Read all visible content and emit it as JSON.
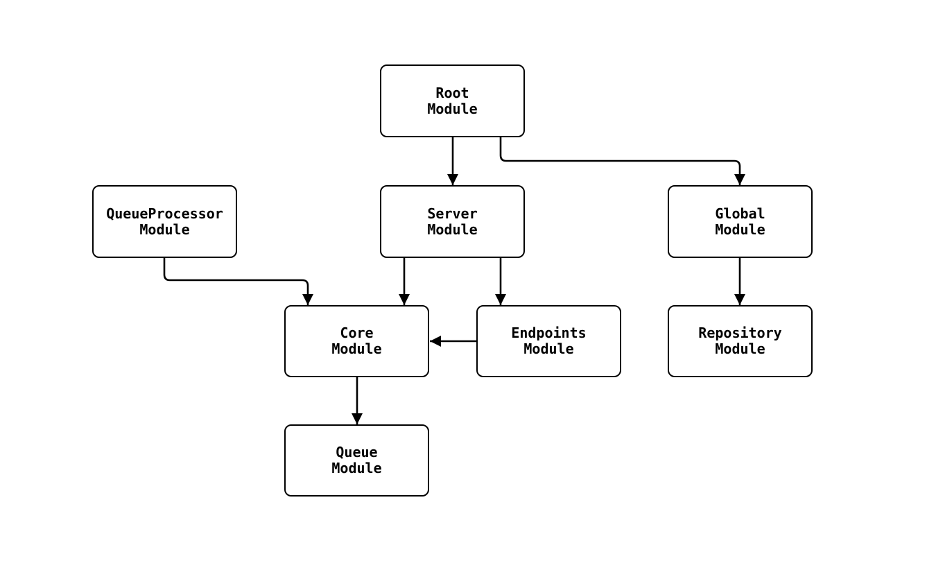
{
  "diagram": {
    "type": "flowchart",
    "direction": "top-down",
    "title": "",
    "colors": {
      "background": "#ffffff",
      "node_fill": "#ffffff",
      "node_border": "#000000",
      "edge": "#000000",
      "text": "#000000"
    },
    "nodes": [
      {
        "id": "root",
        "line1": "Root",
        "line2": "Module",
        "label": "Root Module"
      },
      {
        "id": "queueprocessor",
        "line1": "QueueProcessor",
        "line2": "Module",
        "label": "QueueProcessor Module"
      },
      {
        "id": "server",
        "line1": "Server",
        "line2": "Module",
        "label": "Server Module"
      },
      {
        "id": "global",
        "line1": "Global",
        "line2": "Module",
        "label": "Global Module"
      },
      {
        "id": "core",
        "line1": "Core",
        "line2": "Module",
        "label": "Core Module"
      },
      {
        "id": "endpoints",
        "line1": "Endpoints",
        "line2": "Module",
        "label": "Endpoints Module"
      },
      {
        "id": "repository",
        "line1": "Repository",
        "line2": "Module",
        "label": "Repository Module"
      },
      {
        "id": "queue",
        "line1": "Queue",
        "line2": "Module",
        "label": "Queue Module"
      }
    ],
    "edges": [
      {
        "from": "Root Module",
        "to": "Server Module"
      },
      {
        "from": "Root Module",
        "to": "Global Module"
      },
      {
        "from": "QueueProcessor Module",
        "to": "Core Module"
      },
      {
        "from": "Server Module",
        "to": "Core Module"
      },
      {
        "from": "Server Module",
        "to": "Endpoints Module"
      },
      {
        "from": "Endpoints Module",
        "to": "Core Module"
      },
      {
        "from": "Global Module",
        "to": "Repository Module"
      },
      {
        "from": "Core Module",
        "to": "Queue Module"
      }
    ]
  }
}
